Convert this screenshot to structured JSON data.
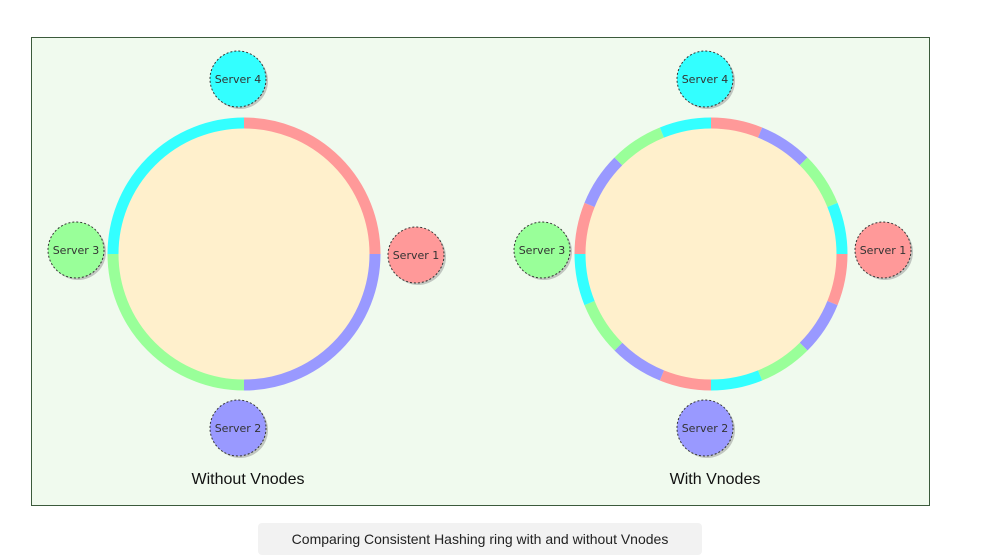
{
  "diagram": {
    "panel_background": "#f0faee",
    "panel_border": "#3b5a3b",
    "ring_fill": "#fff0cc",
    "servers": [
      {
        "id": "s1",
        "label": "Server 1",
        "color": "#ff9999"
      },
      {
        "id": "s2",
        "label": "Server 2",
        "color": "#9999ff"
      },
      {
        "id": "s3",
        "label": "Server 3",
        "color": "#99ff99"
      },
      {
        "id": "s4",
        "label": "Server 4",
        "color": "#33ffff"
      }
    ],
    "rings": [
      {
        "title": "Without Vnodes",
        "arcs": [
          {
            "server": "s1",
            "start_deg": 0,
            "end_deg": 90
          },
          {
            "server": "s2",
            "start_deg": 90,
            "end_deg": 180
          },
          {
            "server": "s3",
            "start_deg": 180,
            "end_deg": 270
          },
          {
            "server": "s4",
            "start_deg": 270,
            "end_deg": 360
          }
        ]
      },
      {
        "title": "With Vnodes",
        "arcs": [
          {
            "server": "s1",
            "start_deg": 0,
            "end_deg": 22
          },
          {
            "server": "s2",
            "start_deg": 22,
            "end_deg": 45
          },
          {
            "server": "s3",
            "start_deg": 45,
            "end_deg": 68
          },
          {
            "server": "s4",
            "start_deg": 68,
            "end_deg": 90
          },
          {
            "server": "s1",
            "start_deg": 90,
            "end_deg": 112
          },
          {
            "server": "s2",
            "start_deg": 112,
            "end_deg": 135
          },
          {
            "server": "s3",
            "start_deg": 135,
            "end_deg": 158
          },
          {
            "server": "s4",
            "start_deg": 158,
            "end_deg": 180
          },
          {
            "server": "s1",
            "start_deg": 180,
            "end_deg": 202
          },
          {
            "server": "s2",
            "start_deg": 202,
            "end_deg": 225
          },
          {
            "server": "s3",
            "start_deg": 225,
            "end_deg": 248
          },
          {
            "server": "s4",
            "start_deg": 248,
            "end_deg": 270
          },
          {
            "server": "s1",
            "start_deg": 270,
            "end_deg": 292
          },
          {
            "server": "s2",
            "start_deg": 292,
            "end_deg": 315
          },
          {
            "server": "s3",
            "start_deg": 315,
            "end_deg": 338
          },
          {
            "server": "s4",
            "start_deg": 338,
            "end_deg": 360
          }
        ]
      }
    ]
  },
  "caption": "Comparing Consistent Hashing ring with and without Vnodes"
}
